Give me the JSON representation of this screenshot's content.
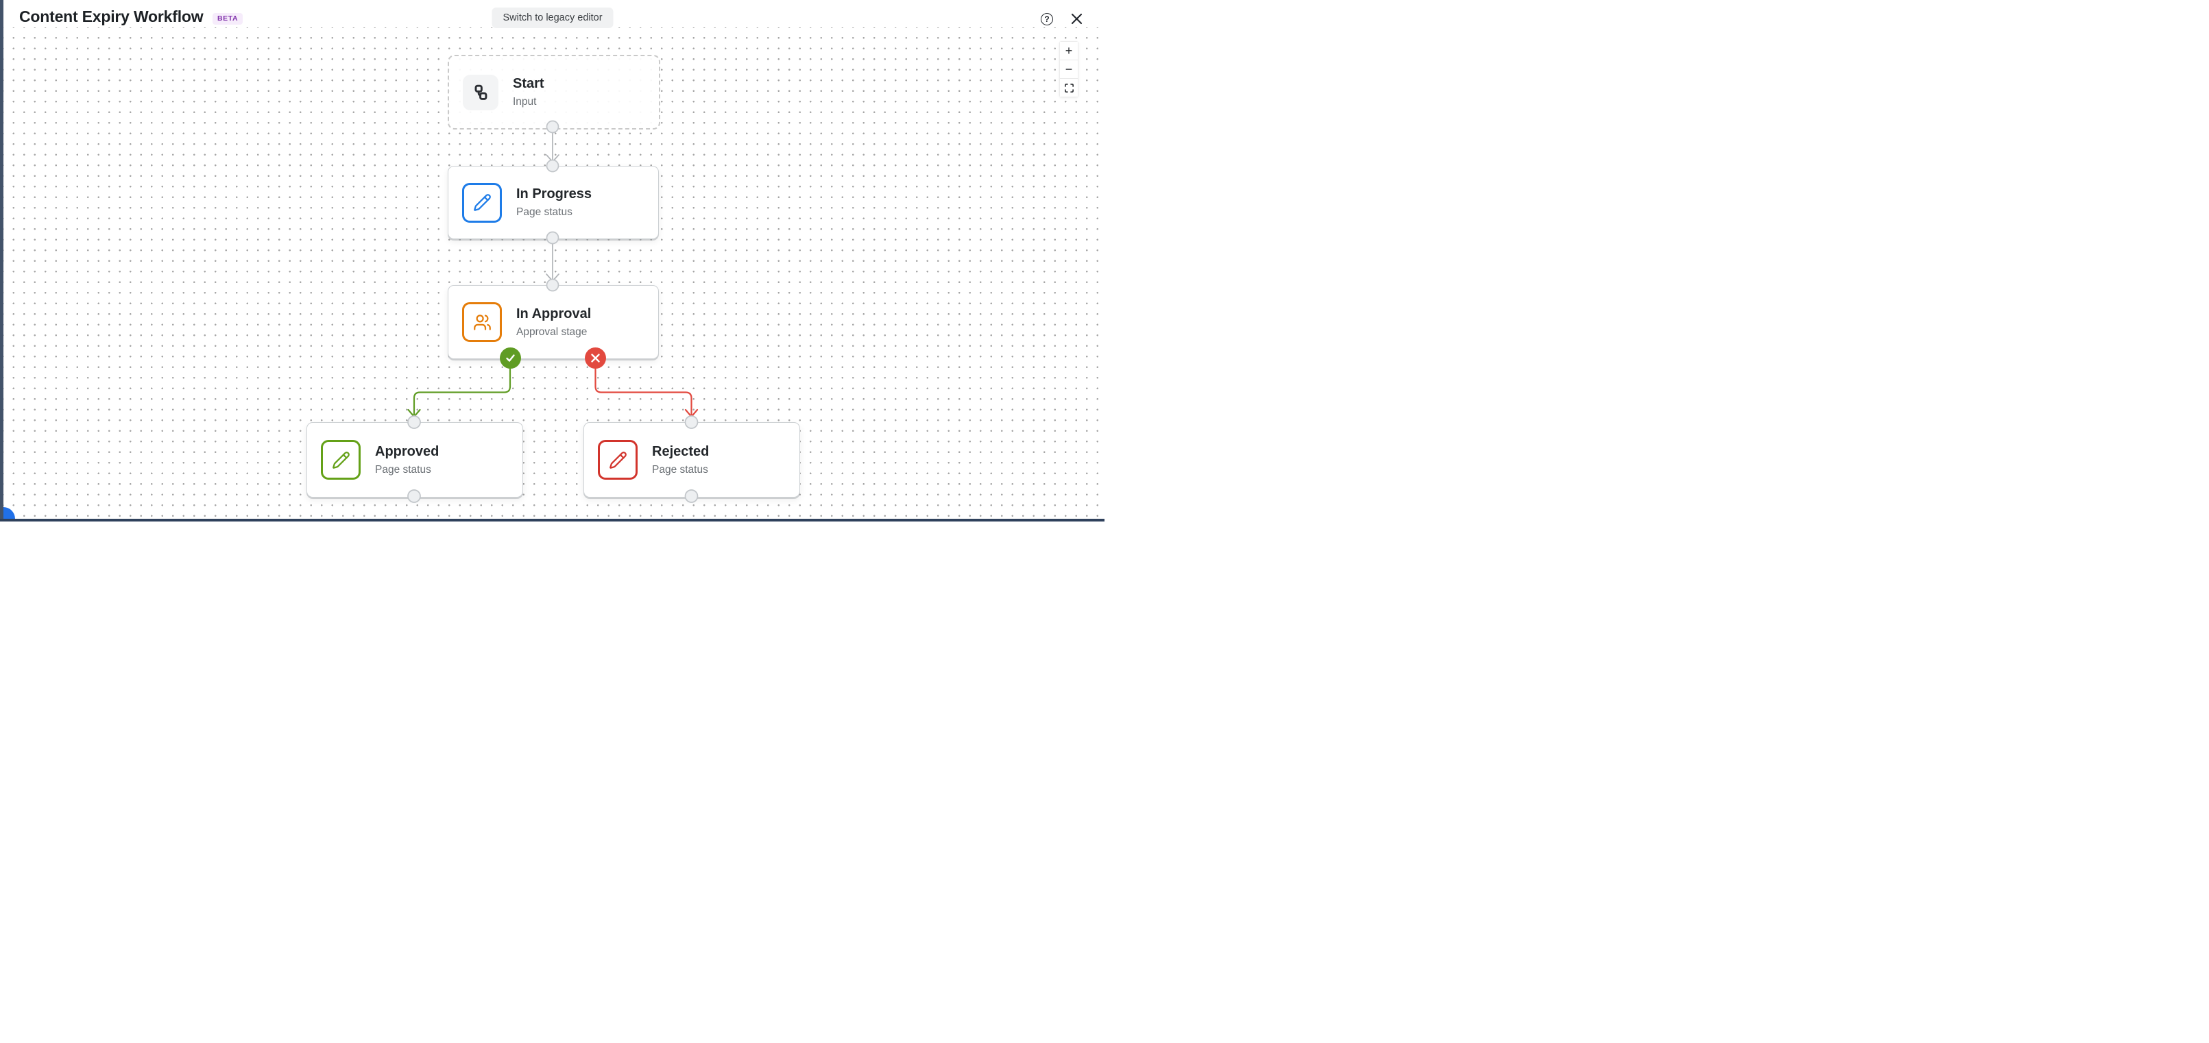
{
  "header": {
    "title": "Content Expiry Workflow",
    "beta_badge": "BETA",
    "switch_editor_button": "Switch to legacy editor",
    "help_glyph": "?"
  },
  "canvas": {
    "zoom_controls": {
      "zoom_in": "+",
      "zoom_out": "−"
    },
    "nodes": [
      {
        "id": "start",
        "title": "Start",
        "subtitle": "Input",
        "icon": "workflow-icon",
        "style": "dashed"
      },
      {
        "id": "in-progress",
        "title": "In Progress",
        "subtitle": "Page status",
        "icon": "pencil-icon",
        "accent": "blue"
      },
      {
        "id": "in-approval",
        "title": "In Approval",
        "subtitle": "Approval stage",
        "icon": "users-icon",
        "accent": "orange"
      },
      {
        "id": "approved",
        "title": "Approved",
        "subtitle": "Page status",
        "icon": "pencil-icon",
        "accent": "green"
      },
      {
        "id": "rejected",
        "title": "Rejected",
        "subtitle": "Page status",
        "icon": "pencil-icon",
        "accent": "red"
      }
    ],
    "edges": [
      {
        "from": "start",
        "to": "in-progress"
      },
      {
        "from": "in-progress",
        "to": "in-approval"
      },
      {
        "from": "in-approval",
        "to": "approved",
        "branch": "approve"
      },
      {
        "from": "in-approval",
        "to": "rejected",
        "branch": "reject"
      }
    ]
  },
  "colors": {
    "blue": "#1e7ce8",
    "orange": "#e57d0a",
    "green": "#64a118",
    "red": "#d2342c",
    "edge_green": "#5f9c23",
    "edge_red": "#e2493f",
    "edge_gray": "#b1b4b8",
    "handle_fill": "#edeff1",
    "handle_stroke": "#c1c5c9",
    "beta_bg": "#f6ecfb",
    "beta_text": "#8133ab",
    "leftbar": "#43536a",
    "bottombar": "#2f415c",
    "corner_blue": "#2070e8"
  }
}
